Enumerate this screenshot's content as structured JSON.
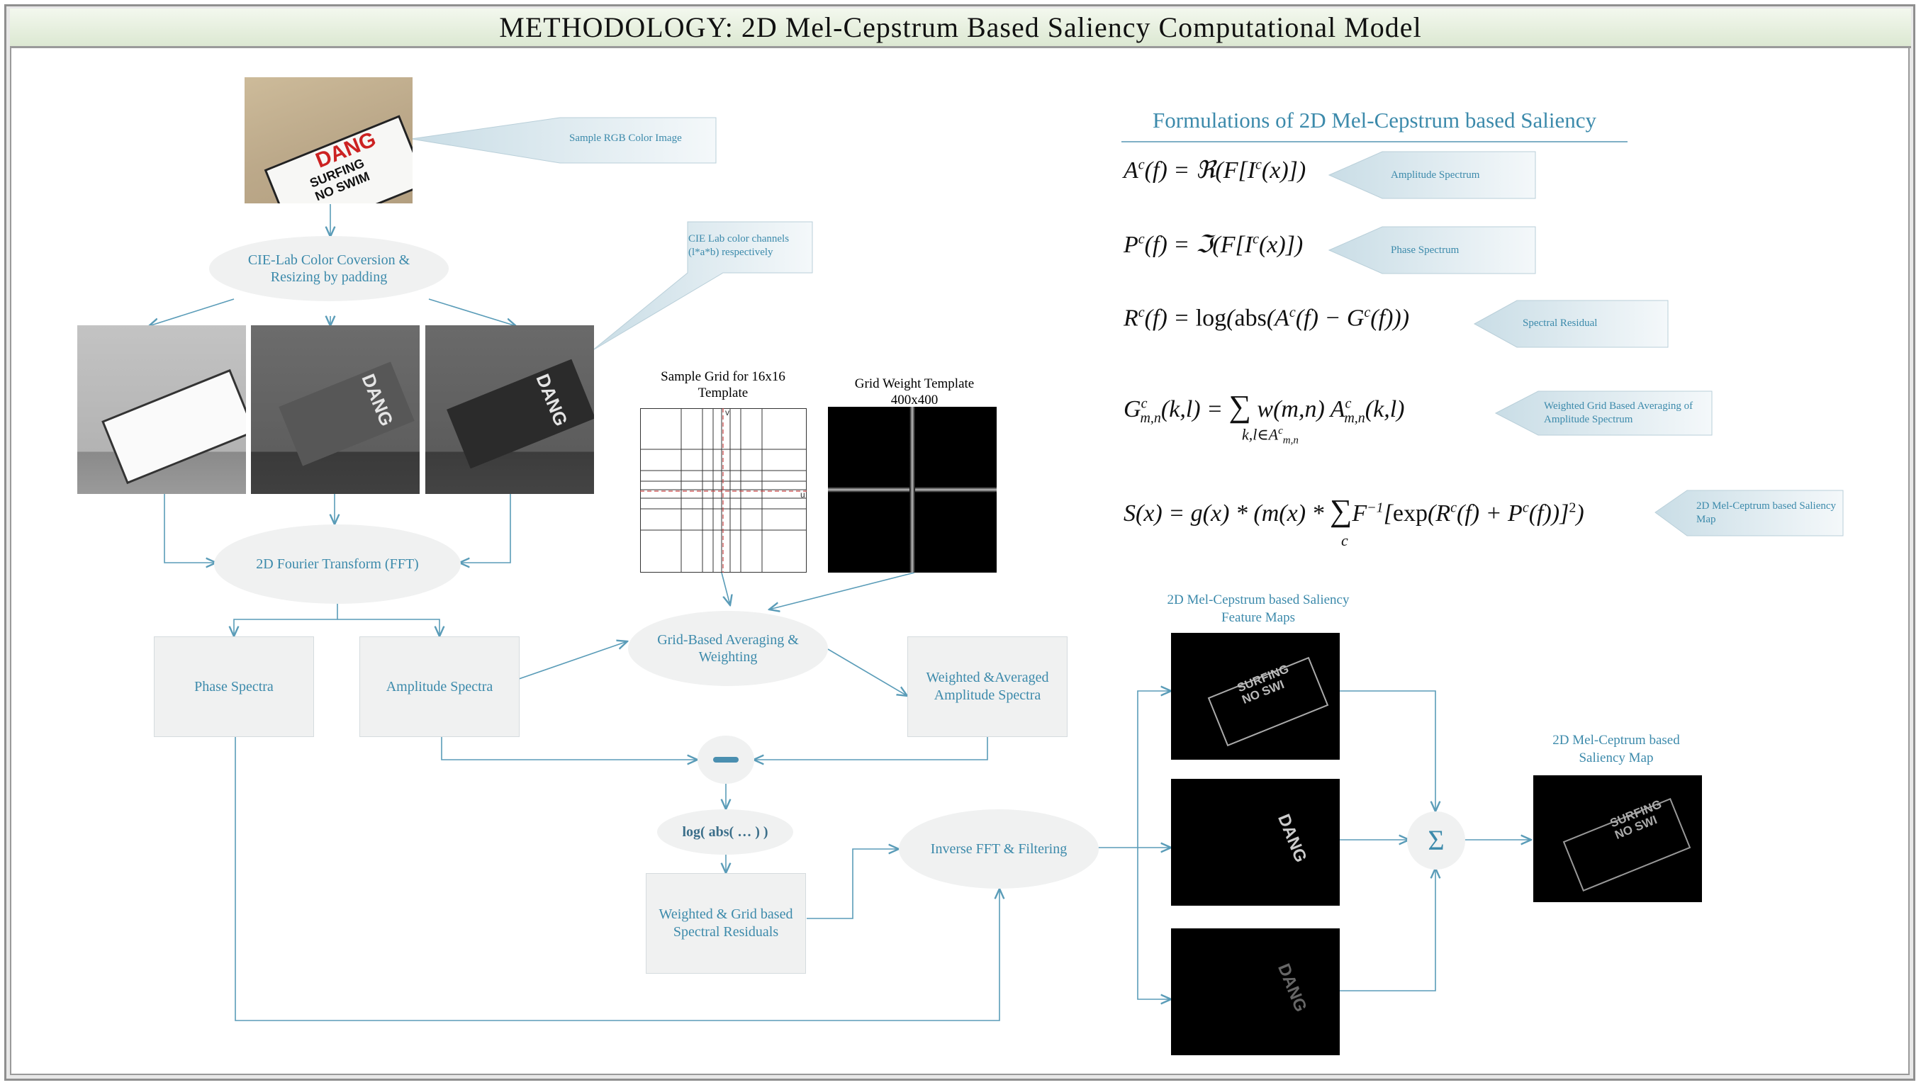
{
  "title": "METHODOLOGY: 2D Mel-Cepstrum Based Saliency Computational Model",
  "image_sign_text": [
    "DANG",
    "SURFING",
    "NO SWIM"
  ],
  "callouts": {
    "sample_image": "Sample RGB Color Image",
    "lab_channels": "CIE Lab color channels (l*a*b) respectively"
  },
  "nodes": {
    "lab_conversion": "CIE-Lab Color Coversion & Resizing by padding",
    "fft": "2D Fourier Transform (FFT)",
    "phase_spectra": "Phase Spectra",
    "amplitude_spectra": "Amplitude Spectra",
    "grid_averaging": "Grid-Based Averaging & Weighting",
    "weighted_amplitude": "Weighted &Averaged Amplitude Spectra",
    "log_abs": "log( abs( … ) )",
    "spectral_residuals": "Weighted & Grid based Spectral Residuals",
    "inverse_fft": "Inverse FFT & Filtering",
    "sum_symbol": "Σ"
  },
  "grid_sample": {
    "title": "Sample Grid for 16x16 Template",
    "axis_u": "u",
    "axis_v": "v"
  },
  "grid_weight": {
    "title": "Grid Weight Template 400x400"
  },
  "feature_maps_title": "2D Mel-Cepstrum based Saliency Feature Maps",
  "saliency_map_title": "2D Mel-Ceptrum based Saliency Map",
  "formulations": {
    "heading": "Formulations of 2D Mel-Cepstrum based Saliency",
    "eq_labels": {
      "amplitude": "Amplitude Spectrum",
      "phase": "Phase Spectrum",
      "residual": "Spectral Residual",
      "weighted": "Weighted Grid Based Averaging of Amplitude Spectrum",
      "saliency": "2D Mel-Ceptrum based Saliency Map"
    }
  },
  "colors": {
    "accent": "#3c8aab",
    "line": "#5a9cb8",
    "box_fill": "#f0f1f1",
    "title_bg": "#e6efdd"
  }
}
